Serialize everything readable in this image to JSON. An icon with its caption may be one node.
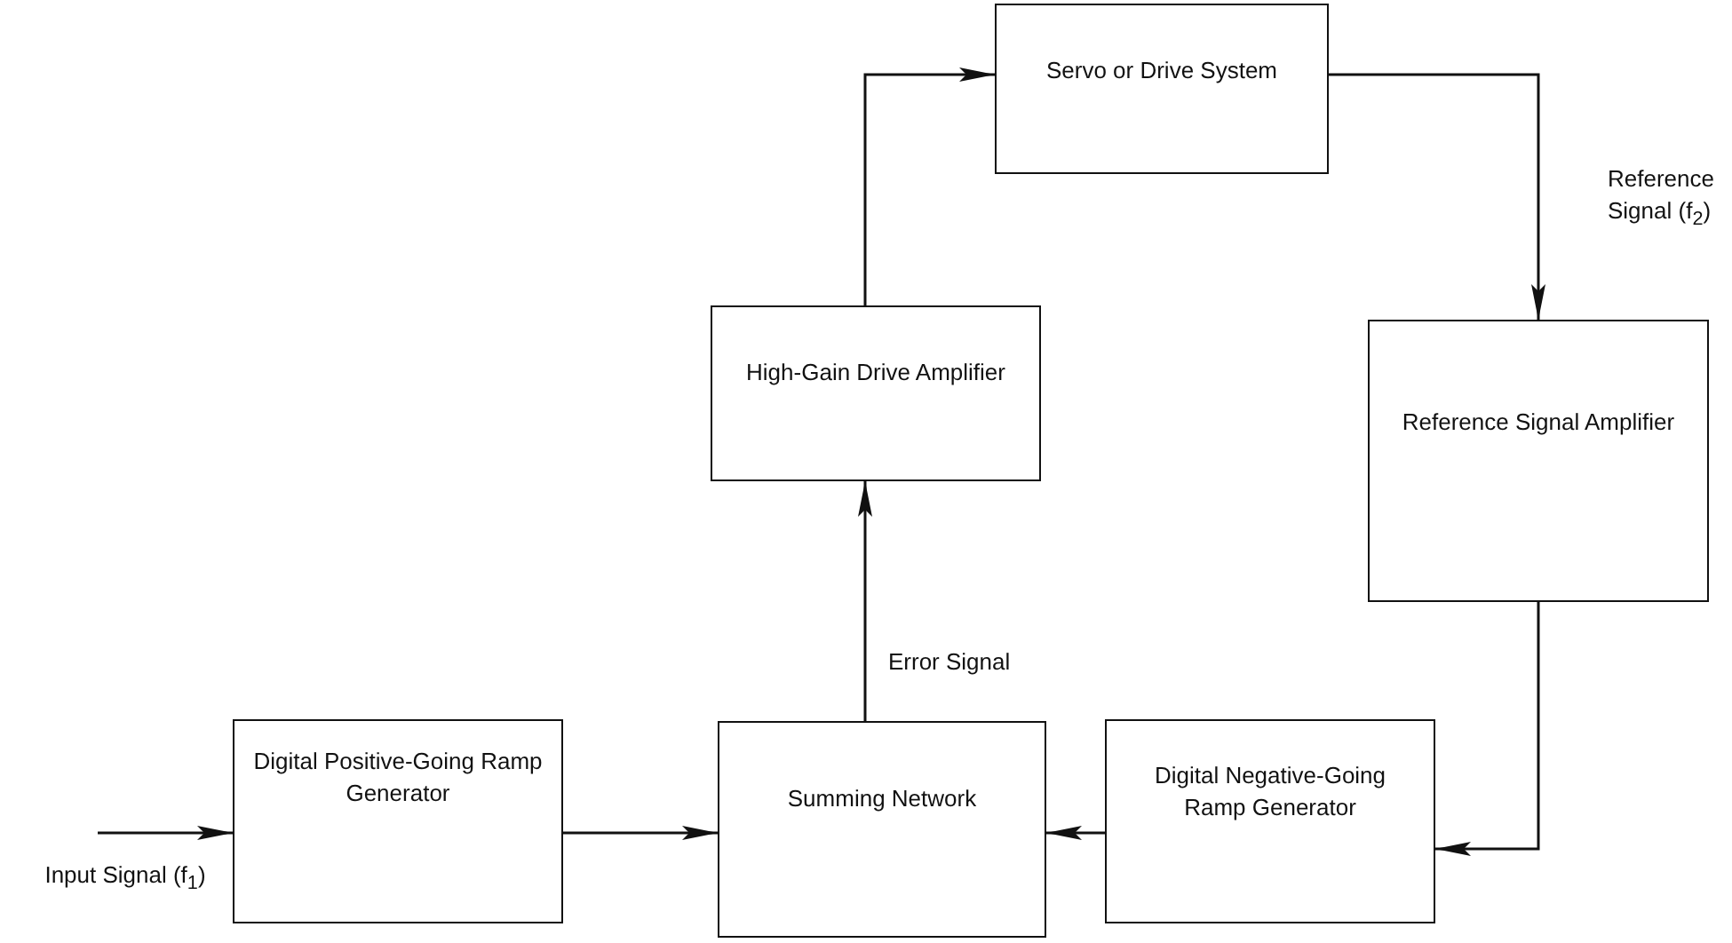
{
  "diagram": {
    "nodes": [
      {
        "text": [
          "Servo or Drive System"
        ]
      },
      {
        "text": [
          "High-Gain Drive Amplifier"
        ]
      },
      {
        "text": [
          "Reference Signal Amplifier"
        ]
      },
      {
        "text": [
          "Digital Positive-Going Ramp Generator"
        ]
      },
      {
        "text": [
          "Summing Network"
        ]
      },
      {
        "text": [
          "Digital Negative-Going Ramp Generator"
        ]
      },
      {
        "text": [
          "Input Signal (f$_{1}$)"
        ]
      }
    ],
    "edges": [
      {
        "from": 6,
        "to": 3,
        "arrow": "to"
      },
      {
        "from": 3,
        "to": 4,
        "arrow": "to"
      },
      {
        "from": 4,
        "to": 1,
        "arrow": "to",
        "label": "Error Signal"
      },
      {
        "from": 1,
        "to": 0,
        "arrow": "to"
      },
      {
        "from": 0,
        "to": 2,
        "arrow": "to",
        "label": "Reference Signal (f$_{2}$)"
      },
      {
        "from": 2,
        "to": 5,
        "arrow": "to"
      },
      {
        "from": 5,
        "to": 4,
        "arrow": "to"
      }
    ]
  }
}
